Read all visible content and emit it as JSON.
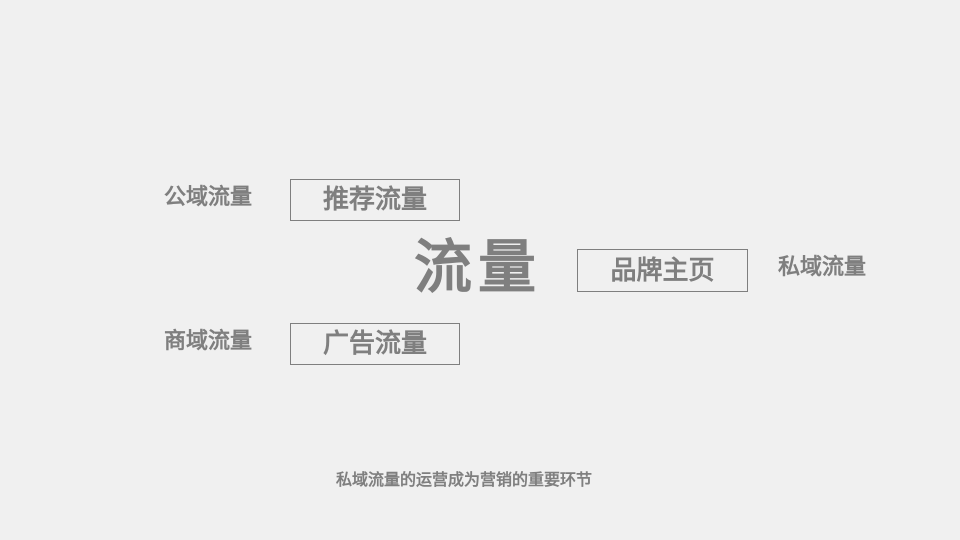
{
  "center": {
    "title": "流量"
  },
  "left_labels": {
    "public": "公域流量",
    "commerce": "商域流量"
  },
  "boxes": {
    "recommend": "推荐流量",
    "ads": "广告流量",
    "brand_home": "品牌主页"
  },
  "right_labels": {
    "private": "私域流量"
  },
  "caption": "私域流量的运营成为营销的重要环节",
  "colors": {
    "background": "#f0f0f0",
    "text": "#7f7f7f",
    "border": "#7f7f7f"
  }
}
